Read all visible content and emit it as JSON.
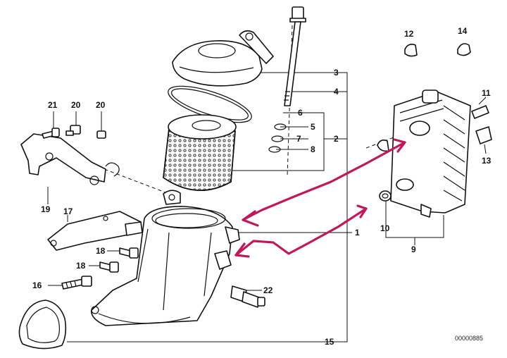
{
  "callouts": [
    {
      "id": "c1",
      "text": "1"
    },
    {
      "id": "c2",
      "text": "2"
    },
    {
      "id": "c3",
      "text": "3"
    },
    {
      "id": "c4",
      "text": "4"
    },
    {
      "id": "c5",
      "text": "5"
    },
    {
      "id": "c6",
      "text": "6"
    },
    {
      "id": "c7",
      "text": "7"
    },
    {
      "id": "c8",
      "text": "8"
    },
    {
      "id": "c9",
      "text": "9"
    },
    {
      "id": "c10",
      "text": "10"
    },
    {
      "id": "c11",
      "text": "11"
    },
    {
      "id": "c12",
      "text": "12"
    },
    {
      "id": "c13",
      "text": "13"
    },
    {
      "id": "c14",
      "text": "14"
    },
    {
      "id": "c15",
      "text": "15"
    },
    {
      "id": "c16",
      "text": "16"
    },
    {
      "id": "c17",
      "text": "17"
    },
    {
      "id": "c18a",
      "text": "18"
    },
    {
      "id": "c18b",
      "text": "18"
    },
    {
      "id": "c19",
      "text": "19"
    },
    {
      "id": "c20a",
      "text": "20"
    },
    {
      "id": "c20b",
      "text": "20"
    },
    {
      "id": "c21",
      "text": "21"
    },
    {
      "id": "c22",
      "text": "22"
    }
  ],
  "reference_number": "00000885",
  "colors": {
    "line": "#111111",
    "annotation_arrow": "#c2185b",
    "background": "#ffffff"
  }
}
